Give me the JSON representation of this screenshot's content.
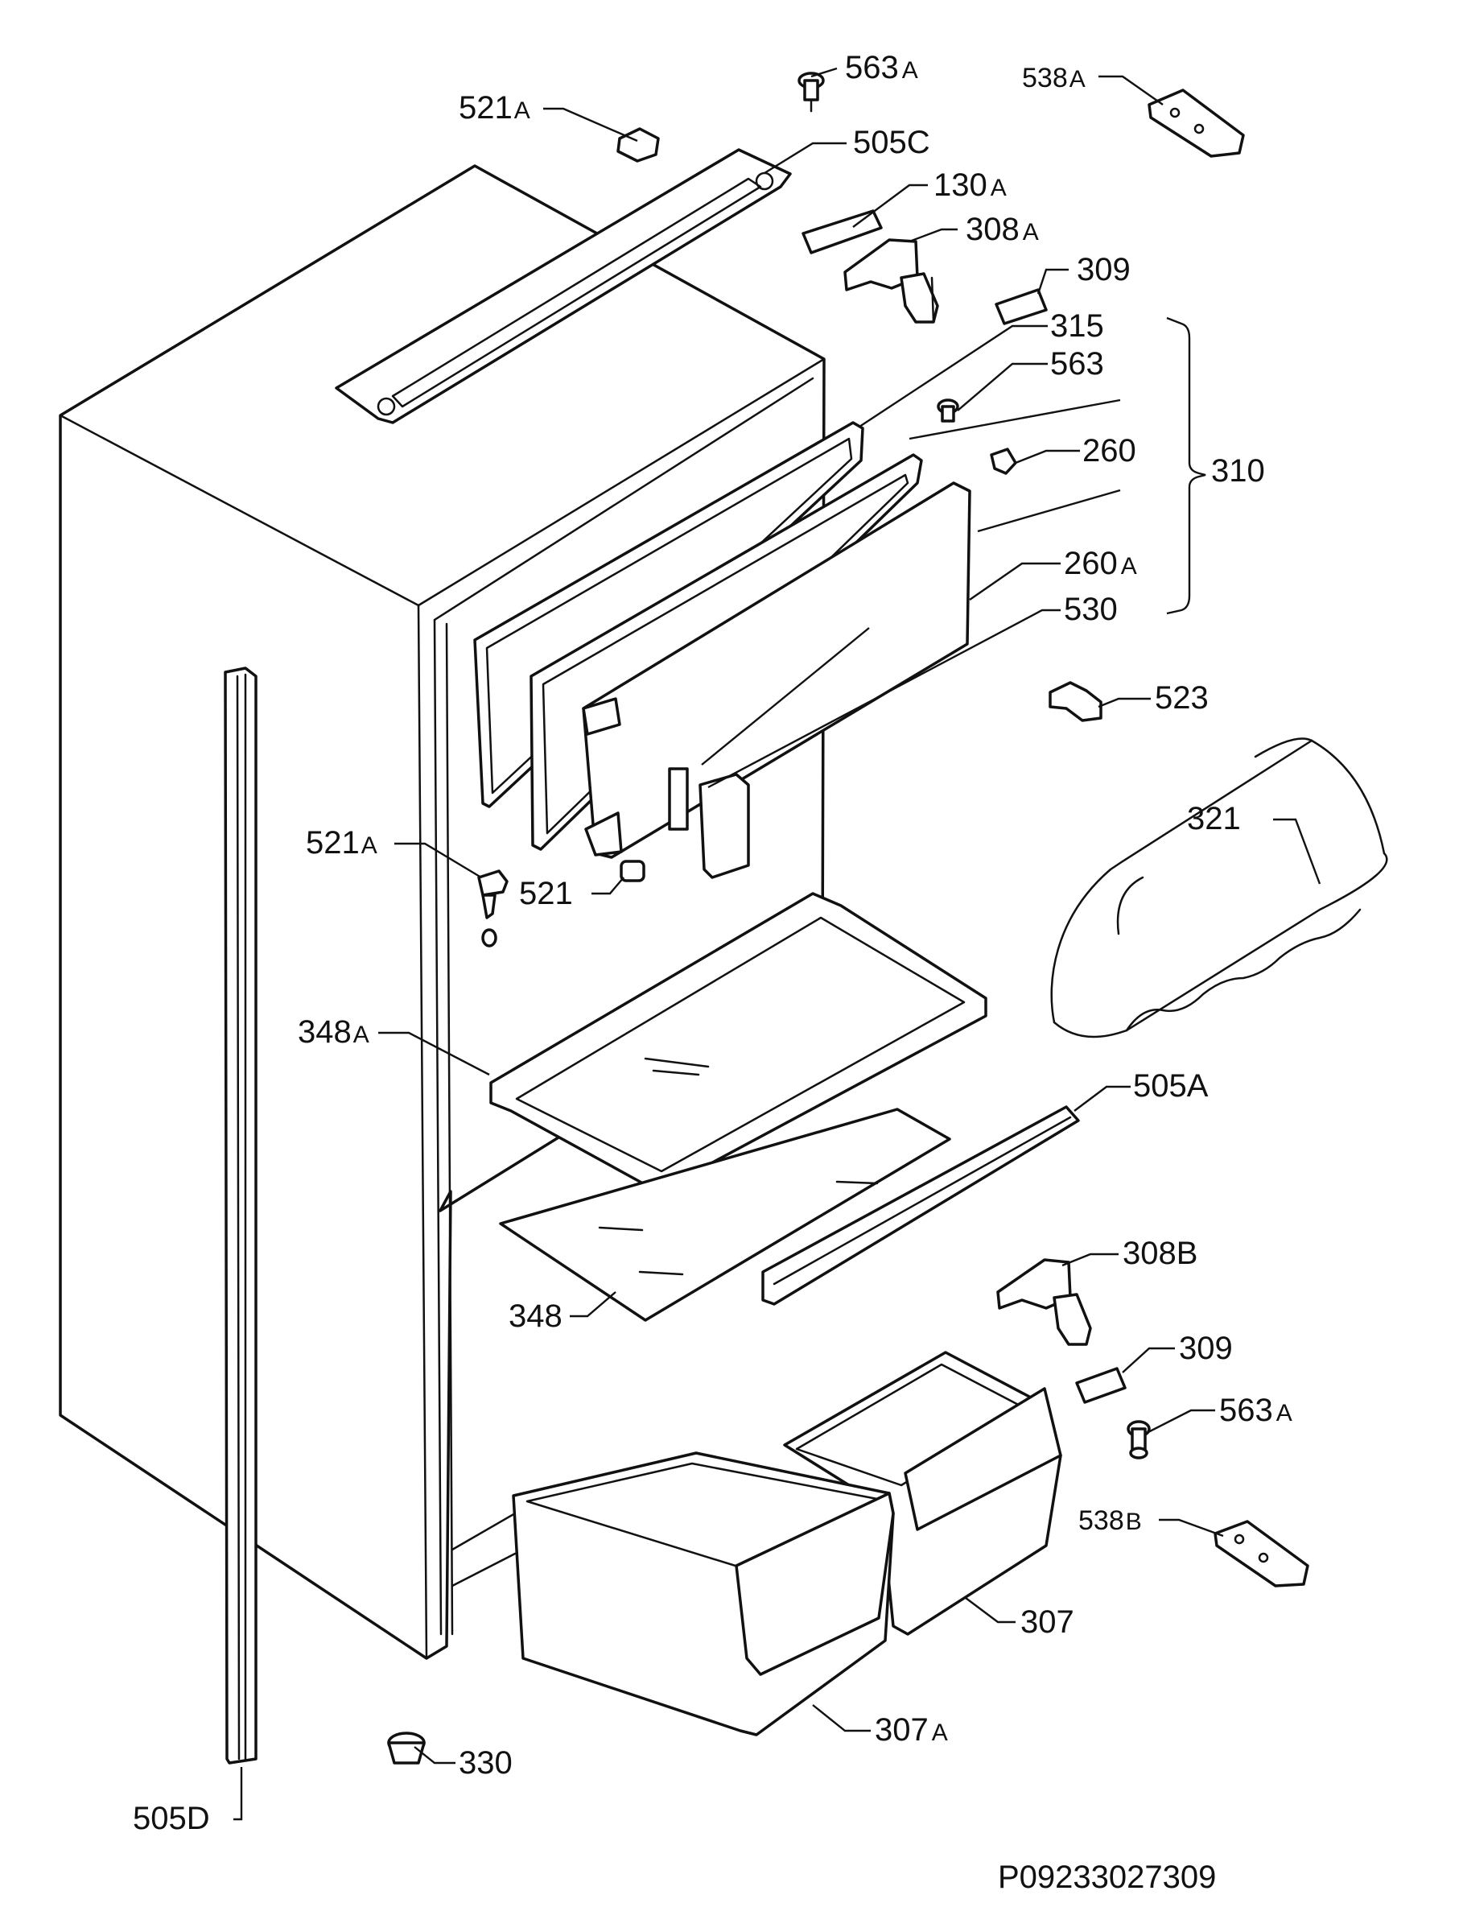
{
  "diagram": {
    "doc_id": "P09233027309",
    "labels": {
      "l563a_top": {
        "num": "563",
        "suf": "A"
      },
      "l538a": {
        "num": "538",
        "suf": "A"
      },
      "l521a_top": {
        "num": "521",
        "suf": "A"
      },
      "l505c": {
        "num": "505",
        "suf": "C"
      },
      "l130a": {
        "num": "130",
        "suf": "A"
      },
      "l308a": {
        "num": "308",
        "suf": "A"
      },
      "l309_top": {
        "num": "309",
        "suf": ""
      },
      "l315": {
        "num": "315",
        "suf": ""
      },
      "l563": {
        "num": "563",
        "suf": ""
      },
      "l260": {
        "num": "260",
        "suf": ""
      },
      "l310": {
        "num": "310",
        "suf": ""
      },
      "l260a": {
        "num": "260",
        "suf": "A"
      },
      "l530": {
        "num": "530",
        "suf": ""
      },
      "l523": {
        "num": "523",
        "suf": ""
      },
      "l321": {
        "num": "321",
        "suf": ""
      },
      "l521a_mid": {
        "num": "521",
        "suf": "A"
      },
      "l521": {
        "num": "521",
        "suf": ""
      },
      "l348a": {
        "num": "348",
        "suf": "A"
      },
      "l505a": {
        "num": "505",
        "suf": "A"
      },
      "l348": {
        "num": "348",
        "suf": ""
      },
      "l308b": {
        "num": "308",
        "suf": "B"
      },
      "l309_bot": {
        "num": "309",
        "suf": ""
      },
      "l563a_bot": {
        "num": "563",
        "suf": "A"
      },
      "l538b": {
        "num": "538",
        "suf": "B"
      },
      "l307": {
        "num": "307",
        "suf": ""
      },
      "l307a": {
        "num": "307",
        "suf": "A"
      },
      "l330": {
        "num": "330",
        "suf": ""
      },
      "l505d": {
        "num": "505",
        "suf": "D"
      }
    }
  }
}
